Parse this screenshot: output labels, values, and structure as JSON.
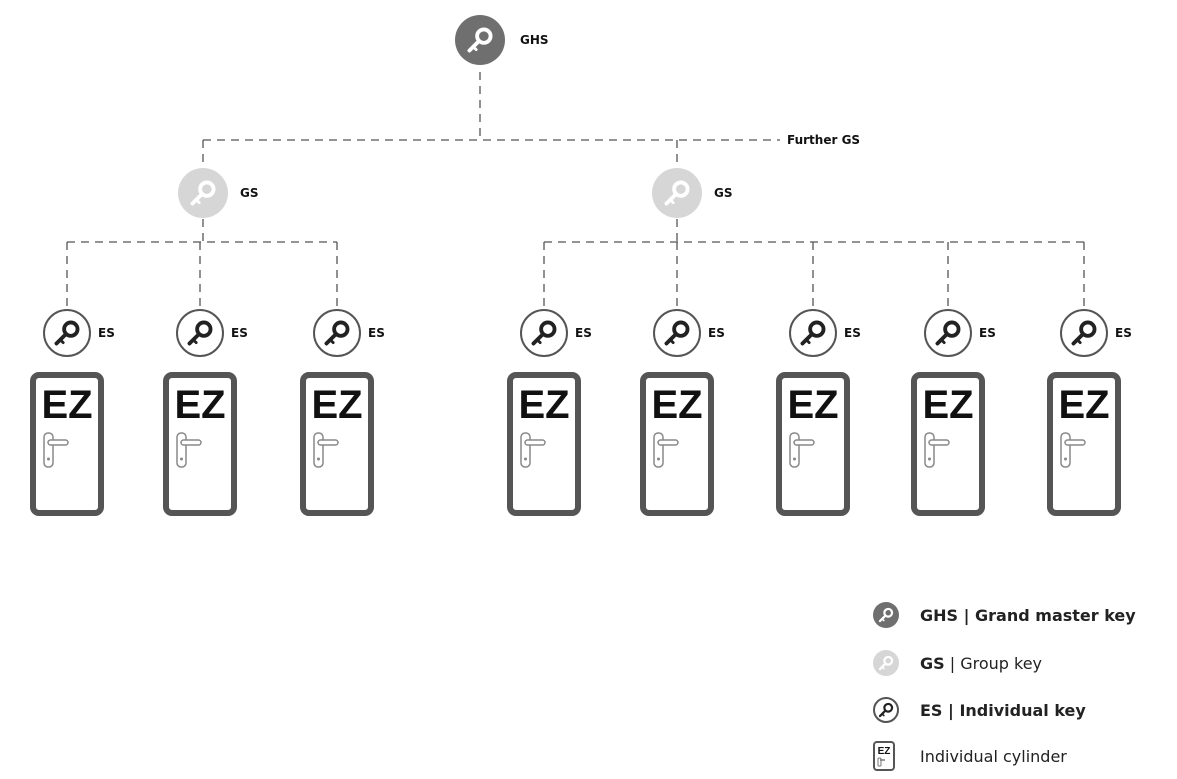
{
  "diagram": {
    "root": {
      "label": "GHS"
    },
    "further_label": "Further GS",
    "groups": [
      {
        "label": "GS",
        "key_label": "ES",
        "cylinder_label": "EZ",
        "members": 3
      },
      {
        "label": "GS",
        "key_label": "ES",
        "cylinder_label": "EZ",
        "members": 5
      }
    ]
  },
  "legend": {
    "items": [
      {
        "icon": "grand-master-key-icon",
        "abbr": "GHS",
        "sep": " | ",
        "text": "Grand master key",
        "bold": true
      },
      {
        "icon": "group-key-icon",
        "abbr": "GS",
        "sep": " | ",
        "text": "Group key",
        "bold": false
      },
      {
        "icon": "individual-key-icon",
        "abbr": "ES",
        "sep": " | ",
        "text": "Individual key",
        "bold": true
      },
      {
        "icon": "individual-cylinder-icon",
        "abbr": "",
        "sep": "",
        "text": "Individual cylinder",
        "bold": false
      }
    ]
  },
  "colors": {
    "dark_key": "#6f6f6f",
    "light_key": "#d6d6d6",
    "outline": "#555555",
    "door_border": "#555555",
    "text": "#111111"
  }
}
